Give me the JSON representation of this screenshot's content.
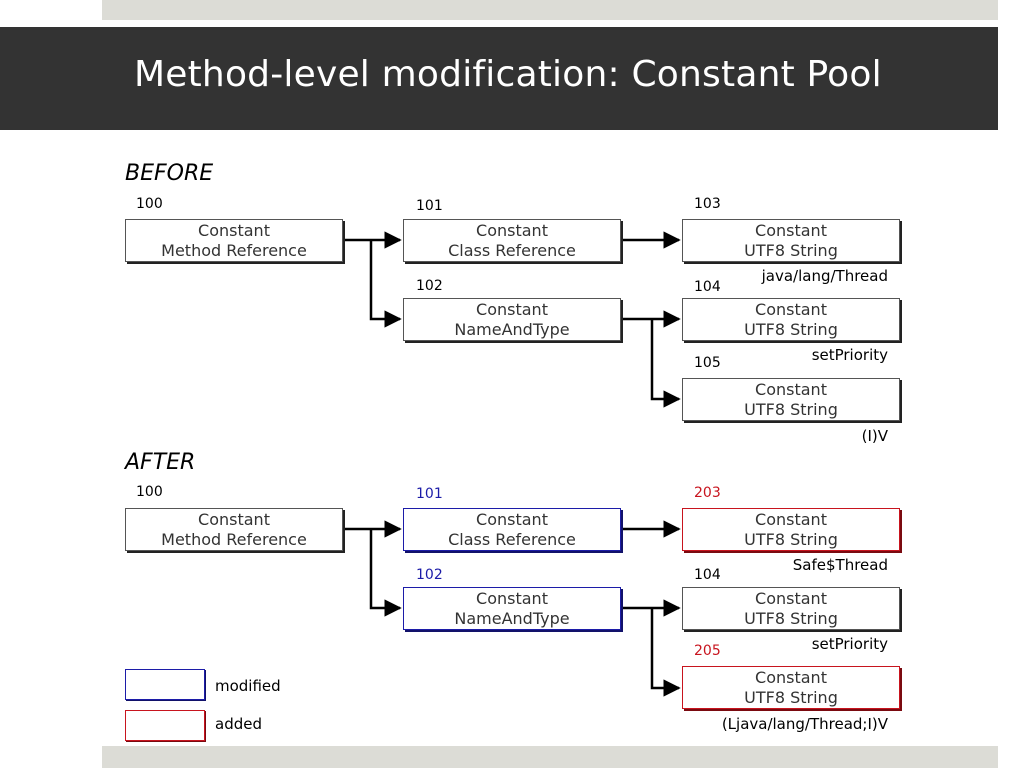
{
  "slide": {
    "title": "Method-level modification: Constant Pool"
  },
  "before": {
    "label": "BEFORE",
    "nodes": [
      {
        "id": "100",
        "line1": "Constant",
        "line2": "Method Reference"
      },
      {
        "id": "101",
        "line1": "Constant",
        "line2": "Class Reference"
      },
      {
        "id": "102",
        "line1": "Constant",
        "line2": "NameAndType"
      },
      {
        "id": "103",
        "line1": "Constant",
        "line2": "UTF8 String",
        "value": "java/lang/Thread"
      },
      {
        "id": "104",
        "line1": "Constant",
        "line2": "UTF8 String",
        "value": "setPriority"
      },
      {
        "id": "105",
        "line1": "Constant",
        "line2": "UTF8 String",
        "value": "(I)V"
      }
    ]
  },
  "after": {
    "label": "AFTER",
    "nodes": [
      {
        "id": "100",
        "line1": "Constant",
        "line2": "Method Reference",
        "status": "unchanged"
      },
      {
        "id": "101",
        "line1": "Constant",
        "line2": "Class Reference",
        "status": "modified"
      },
      {
        "id": "102",
        "line1": "Constant",
        "line2": "NameAndType",
        "status": "modified"
      },
      {
        "id": "203",
        "line1": "Constant",
        "line2": "UTF8 String",
        "value": "Safe$Thread",
        "status": "added"
      },
      {
        "id": "104",
        "line1": "Constant",
        "line2": "UTF8 String",
        "value": "setPriority",
        "status": "unchanged"
      },
      {
        "id": "205",
        "line1": "Constant",
        "line2": "UTF8 String",
        "value": "(Ljava/lang/Thread;I)V",
        "status": "added"
      }
    ]
  },
  "legend": {
    "modified": "modified",
    "added": "added"
  },
  "colors": {
    "modified": "#1c1ca8",
    "added": "#c8141e",
    "title_bar": "#333333"
  }
}
